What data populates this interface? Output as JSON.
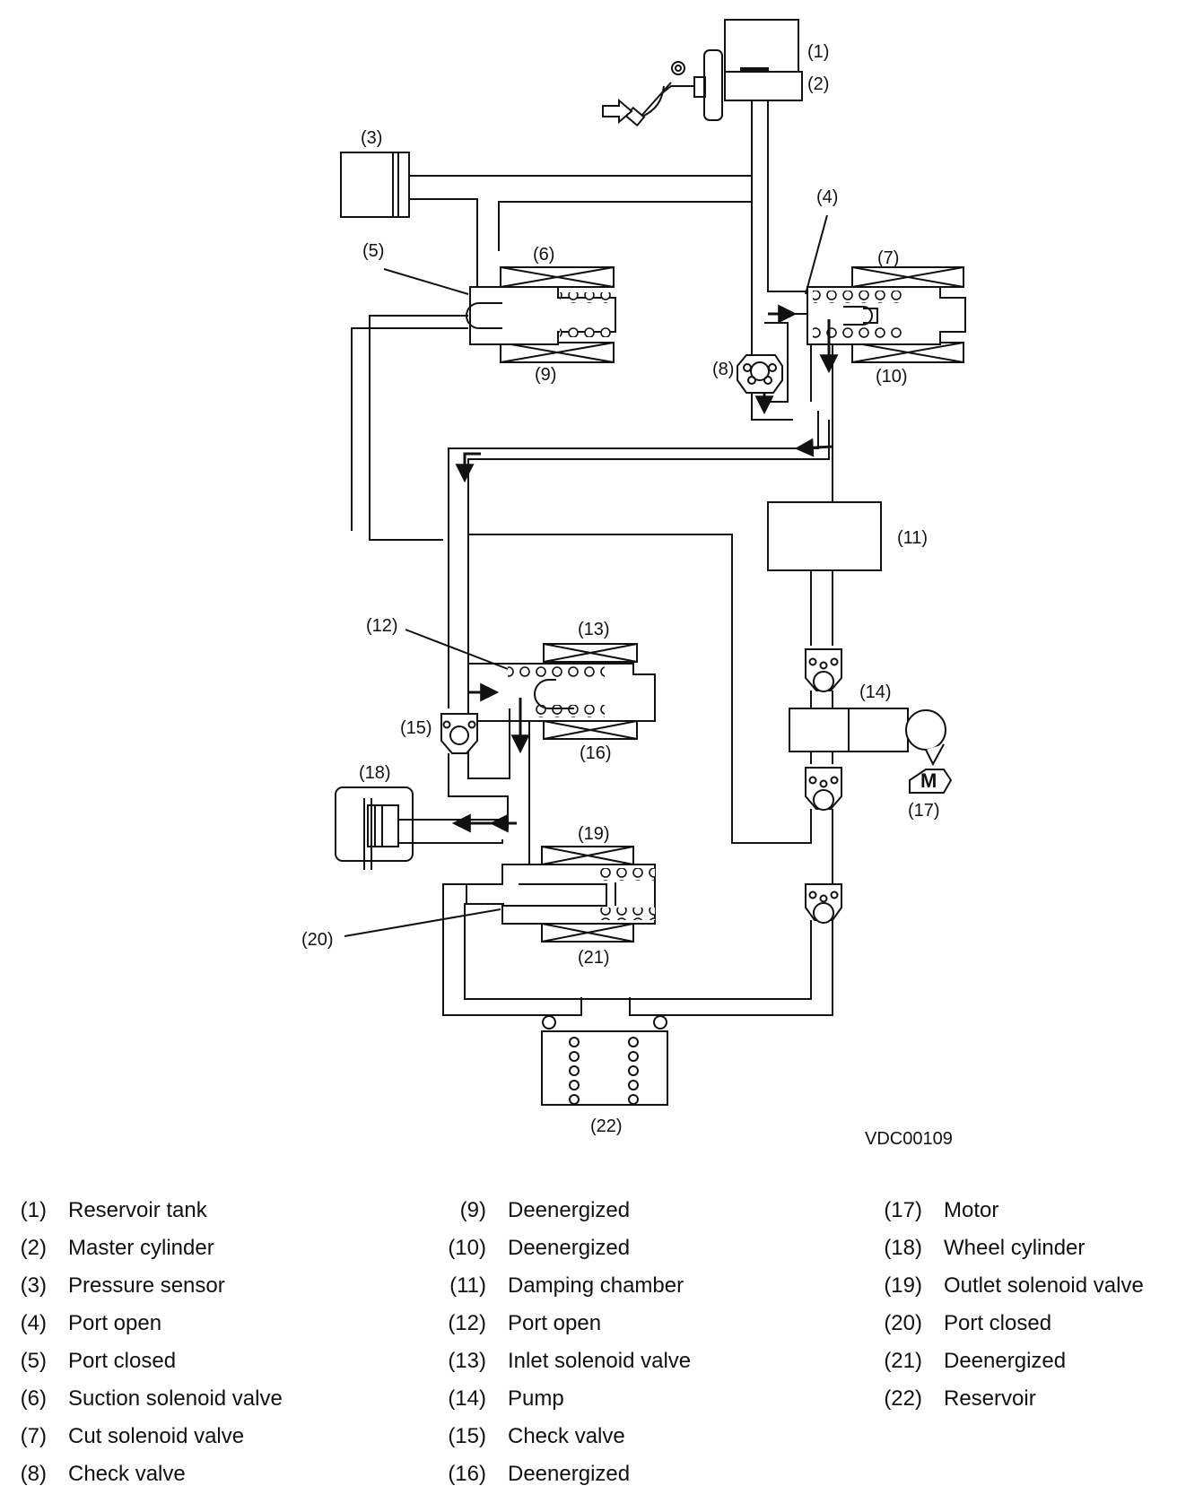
{
  "figure_id": "VDC00109",
  "callouts": {
    "c1": "(1)",
    "c2": "(2)",
    "c3": "(3)",
    "c4": "(4)",
    "c5": "(5)",
    "c6": "(6)",
    "c7": "(7)",
    "c8": "(8)",
    "c9": "(9)",
    "c10": "(10)",
    "c11": "(11)",
    "c12": "(12)",
    "c13": "(13)",
    "c14": "(14)",
    "c15": "(15)",
    "c16": "(16)",
    "c17": "(17)",
    "c18": "(18)",
    "c19": "(19)",
    "c20": "(20)",
    "c21": "(21)",
    "c22": "(22)"
  },
  "motor_symbol": "M",
  "legend": [
    {
      "num": "(1)",
      "label": "Reservoir tank"
    },
    {
      "num": "(2)",
      "label": "Master cylinder"
    },
    {
      "num": "(3)",
      "label": "Pressure sensor"
    },
    {
      "num": "(4)",
      "label": "Port open"
    },
    {
      "num": "(5)",
      "label": "Port closed"
    },
    {
      "num": "(6)",
      "label": "Suction solenoid valve"
    },
    {
      "num": "(7)",
      "label": "Cut solenoid valve"
    },
    {
      "num": "(8)",
      "label": "Check valve"
    },
    {
      "num": "(9)",
      "label": "Deenergized"
    },
    {
      "num": "(10)",
      "label": "Deenergized"
    },
    {
      "num": "(11)",
      "label": "Damping chamber"
    },
    {
      "num": "(12)",
      "label": "Port open"
    },
    {
      "num": "(13)",
      "label": "Inlet solenoid valve"
    },
    {
      "num": "(14)",
      "label": "Pump"
    },
    {
      "num": "(15)",
      "label": "Check valve"
    },
    {
      "num": "(16)",
      "label": "Deenergized"
    },
    {
      "num": "(17)",
      "label": "Motor"
    },
    {
      "num": "(18)",
      "label": "Wheel cylinder"
    },
    {
      "num": "(19)",
      "label": "Outlet solenoid valve"
    },
    {
      "num": "(20)",
      "label": "Port closed"
    },
    {
      "num": "(21)",
      "label": "Deenergized"
    },
    {
      "num": "(22)",
      "label": "Reservoir"
    }
  ]
}
